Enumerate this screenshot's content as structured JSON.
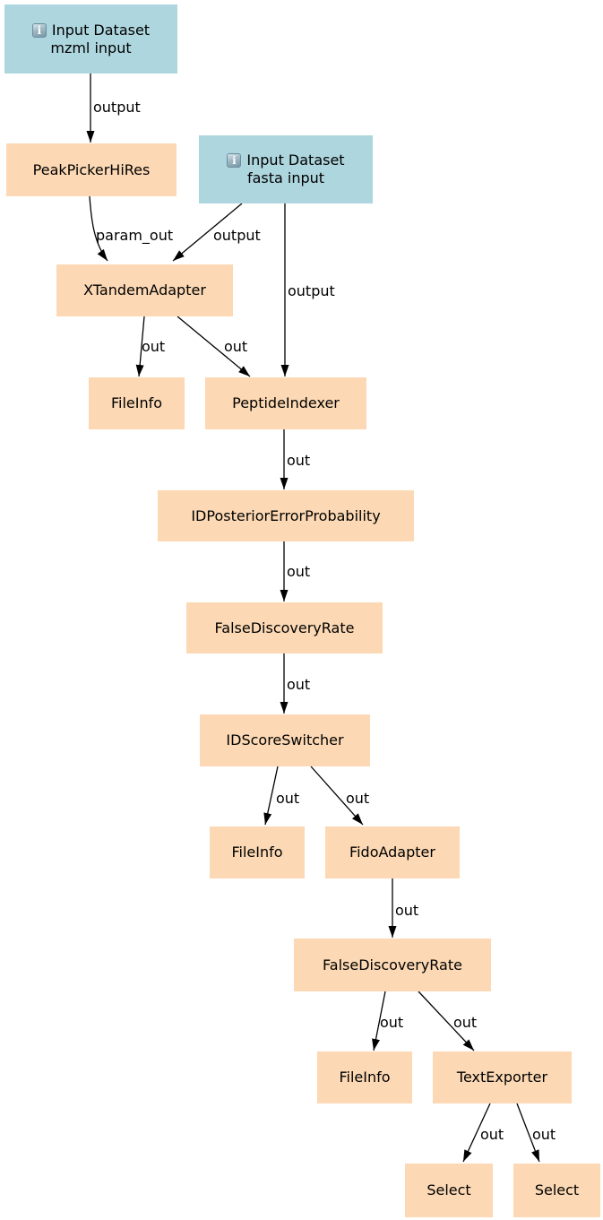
{
  "diagram": {
    "icon_glyph": "i",
    "colors": {
      "background": "#ffffff",
      "input-fill": "#aed6df",
      "tool-fill": "#fcd9b4",
      "edge": "#000000",
      "label": "#000000",
      "icon-border": "#6c8c9c",
      "icon-top": "#d9e6ec",
      "icon-bottom": "#7797a7",
      "icon-glyph-color": "#ffffff"
    },
    "nodes": [
      {
        "id": "input-mzml",
        "type": "input",
        "line1": "Input Dataset",
        "line2": "mzml input"
      },
      {
        "id": "peakpickerhires",
        "type": "tool",
        "label": "PeakPickerHiRes"
      },
      {
        "id": "input-fasta",
        "type": "input",
        "line1": "Input Dataset",
        "line2": "fasta input"
      },
      {
        "id": "xtandemadapter",
        "type": "tool",
        "label": "XTandemAdapter"
      },
      {
        "id": "fileinfo-1",
        "type": "tool",
        "label": "FileInfo"
      },
      {
        "id": "peptideindexer",
        "type": "tool",
        "label": "PeptideIndexer"
      },
      {
        "id": "idposteriorerrorprobability",
        "type": "tool",
        "label": "IDPosteriorErrorProbability"
      },
      {
        "id": "falsediscoveryrate-1",
        "type": "tool",
        "label": "FalseDiscoveryRate"
      },
      {
        "id": "idscoreswitcher",
        "type": "tool",
        "label": "IDScoreSwitcher"
      },
      {
        "id": "fileinfo-2",
        "type": "tool",
        "label": "FileInfo"
      },
      {
        "id": "fidoadapter",
        "type": "tool",
        "label": "FidoAdapter"
      },
      {
        "id": "falsediscoveryrate-2",
        "type": "tool",
        "label": "FalseDiscoveryRate"
      },
      {
        "id": "fileinfo-3",
        "type": "tool",
        "label": "FileInfo"
      },
      {
        "id": "textexporter",
        "type": "tool",
        "label": "TextExporter"
      },
      {
        "id": "select-1",
        "type": "tool",
        "label": "Select"
      },
      {
        "id": "select-2",
        "type": "tool",
        "label": "Select"
      }
    ],
    "edges": [
      {
        "from": "input-mzml",
        "to": "peakpickerhires",
        "label": "output"
      },
      {
        "from": "peakpickerhires",
        "to": "xtandemadapter",
        "label": "param_out"
      },
      {
        "from": "input-fasta",
        "to": "xtandemadapter",
        "label": "output"
      },
      {
        "from": "input-fasta",
        "to": "peptideindexer",
        "label": "output"
      },
      {
        "from": "xtandemadapter",
        "to": "fileinfo-1",
        "label": "out"
      },
      {
        "from": "xtandemadapter",
        "to": "peptideindexer",
        "label": "out"
      },
      {
        "from": "peptideindexer",
        "to": "idposteriorerrorprobability",
        "label": "out"
      },
      {
        "from": "idposteriorerrorprobability",
        "to": "falsediscoveryrate-1",
        "label": "out"
      },
      {
        "from": "falsediscoveryrate-1",
        "to": "idscoreswitcher",
        "label": "out"
      },
      {
        "from": "idscoreswitcher",
        "to": "fileinfo-2",
        "label": "out"
      },
      {
        "from": "idscoreswitcher",
        "to": "fidoadapter",
        "label": "out"
      },
      {
        "from": "fidoadapter",
        "to": "falsediscoveryrate-2",
        "label": "out"
      },
      {
        "from": "falsediscoveryrate-2",
        "to": "fileinfo-3",
        "label": "out"
      },
      {
        "from": "falsediscoveryrate-2",
        "to": "textexporter",
        "label": "out"
      },
      {
        "from": "textexporter",
        "to": "select-1",
        "label": "out"
      },
      {
        "from": "textexporter",
        "to": "select-2",
        "label": "out"
      }
    ]
  }
}
